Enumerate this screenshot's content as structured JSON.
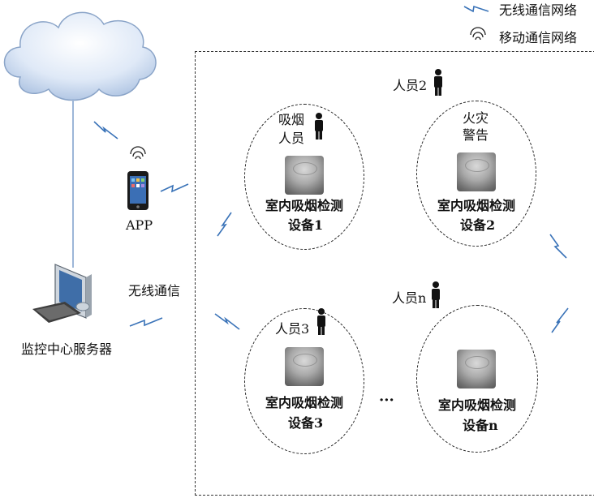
{
  "legend": {
    "wireless": "无线通信网络",
    "mobile": "移动通信网络"
  },
  "app_label": "APP",
  "server_label": "监控中心服务器",
  "wireless_label": "无线通信",
  "groups": [
    {
      "person": "吸烟\n人员",
      "device_line1": "室内吸烟检测",
      "device_line2": "设备1"
    },
    {
      "person": "火灾\n警告",
      "device_line1": "室内吸烟检测",
      "device_line2": "设备2"
    },
    {
      "person": "人员3",
      "device_line1": "室内吸烟检测",
      "device_line2": "设备3"
    },
    {
      "person": "",
      "device_line1": "室内吸烟检测",
      "device_line2": "设备n"
    }
  ],
  "person2": "人员2",
  "personn": "人员n",
  "ellipsis": "···"
}
